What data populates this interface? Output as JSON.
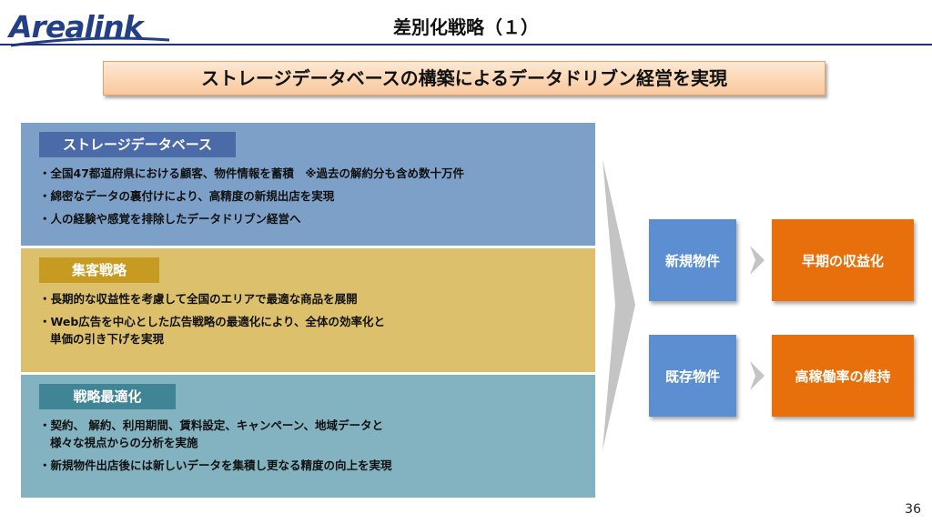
{
  "header": {
    "logo_text": "Arealink",
    "title": "差別化戦略（１）"
  },
  "headline": "ストレージデータベースの構築によるデータドリブン経営を実現",
  "sections": [
    {
      "tag": "ストレージデータベース",
      "bullets": [
        {
          "line1": "・全国47都道府県における顧客、物件情報を蓄積　※過去の解約分も含め数十万件",
          "line2": ""
        },
        {
          "line1": "・綿密なデータの裏付けにより、高精度の新規出店を実現",
          "line2": ""
        },
        {
          "line1": "・人の経験や感覚を排除したデータドリブン経営へ",
          "line2": ""
        }
      ]
    },
    {
      "tag": "集客戦略",
      "bullets": [
        {
          "line1": "・長期的な収益性を考慮して全国のエリアで最適な商品を展開",
          "line2": ""
        },
        {
          "line1": "・Web広告を中心とした広告戦略の最適化により、全体の効率化と",
          "line2": "単価の引き下げを実現"
        }
      ]
    },
    {
      "tag": "戦略最適化",
      "bullets": [
        {
          "line1": "・契約、 解約、利用期間、賃料設定、キャンペーン、地域データと",
          "line2": "様々な視点からの分析を実施"
        },
        {
          "line1": "・新規物件出店後には新しいデータを集積し更なる精度の向上を実現",
          "line2": ""
        }
      ]
    }
  ],
  "flow": {
    "new_property": "新規物件",
    "existing_property": "既存物件",
    "early_profit": "早期の収益化",
    "high_occupancy": "高稼働率の維持"
  },
  "page_number": "36",
  "colors": {
    "brand": "#233f86",
    "panel_blue": "#7da0c8",
    "panel_yellow": "#dcc06c",
    "panel_teal": "#83b2c0",
    "box_blue": "#5b8fd1",
    "box_orange": "#e8700c"
  }
}
